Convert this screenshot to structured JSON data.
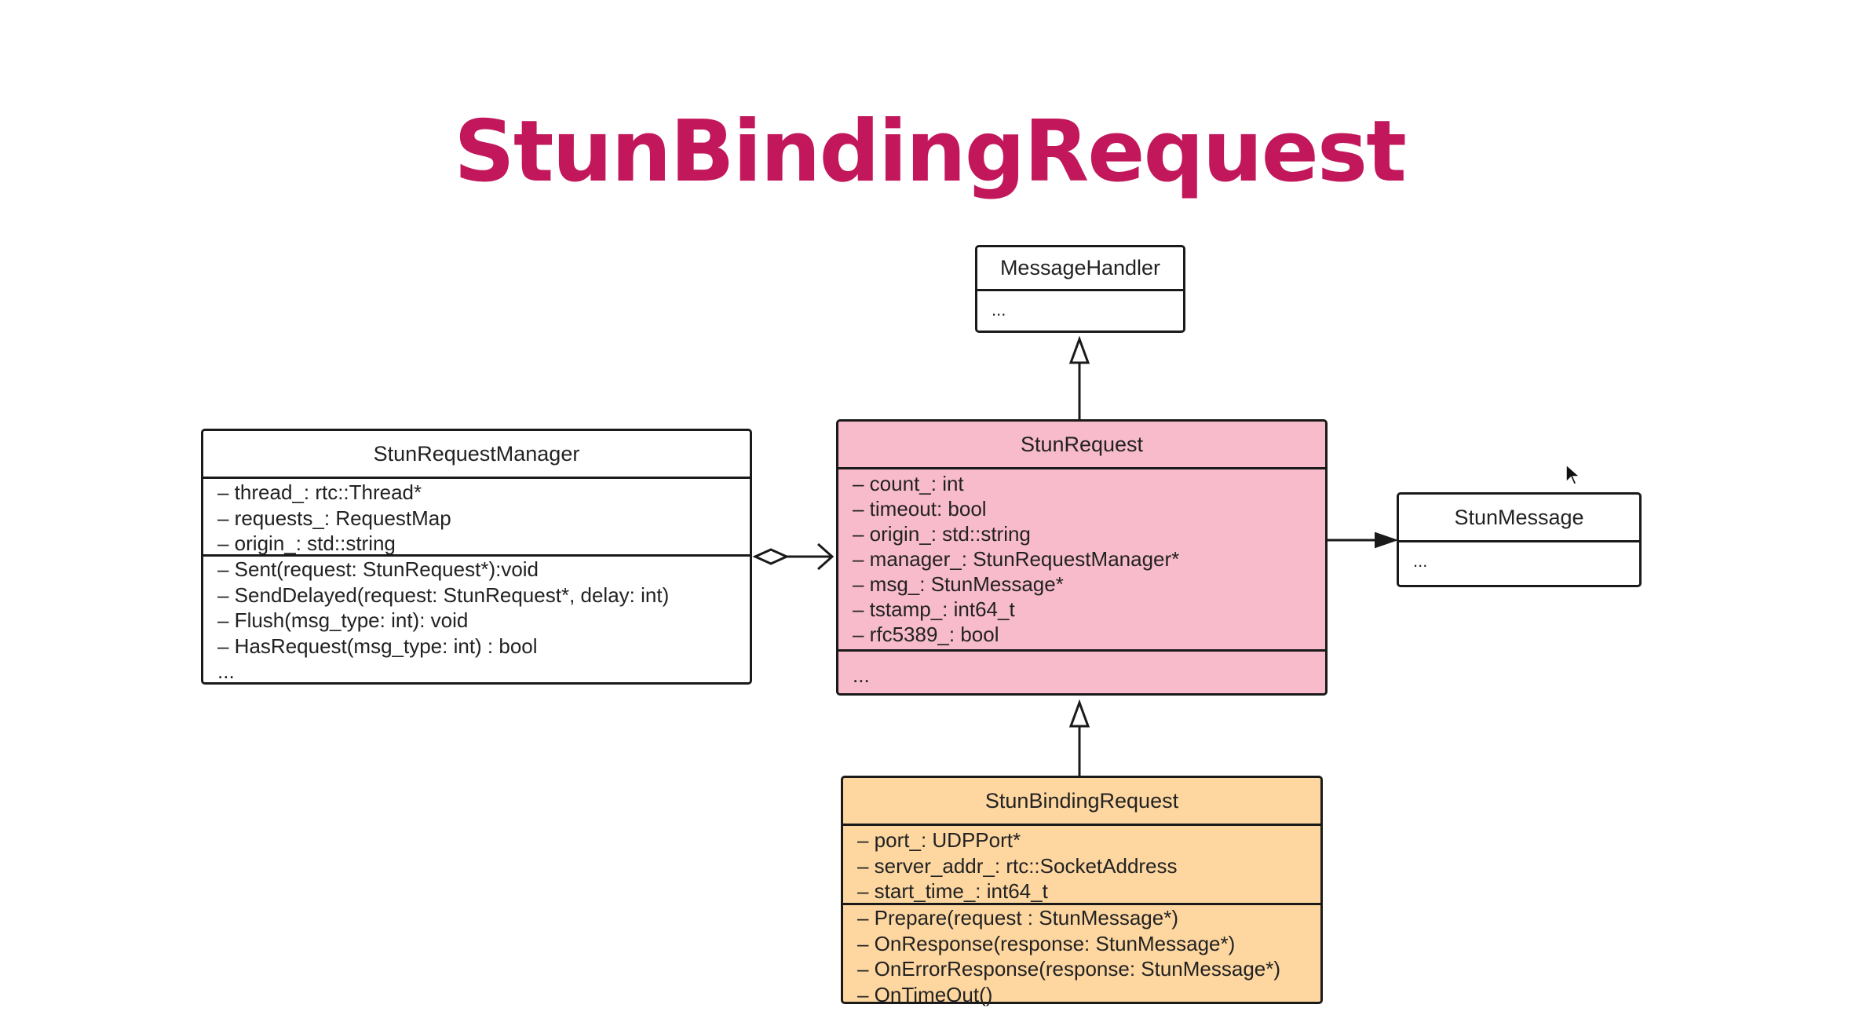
{
  "title": "StunBindingRequest",
  "classes": {
    "message_handler": {
      "name": "MessageHandler",
      "body": [
        "..."
      ]
    },
    "stun_request_manager": {
      "name": "StunRequestManager",
      "attributes": [
        "– thread_: rtc::Thread*",
        "– requests_: RequestMap",
        "– origin_: std::string"
      ],
      "methods": [
        "– Sent(request: StunRequest*):void",
        "– SendDelayed(request: StunRequest*, delay: int)",
        "– Flush(msg_type: int): void",
        "– HasRequest(msg_type: int) : bool",
        "..."
      ]
    },
    "stun_request": {
      "name": "StunRequest",
      "attributes": [
        "– count_: int",
        "– timeout: bool",
        "– origin_: std::string",
        "– manager_: StunRequestManager*",
        "– msg_: StunMessage*",
        "– tstamp_: int64_t",
        "– rfc5389_: bool"
      ],
      "methods": [
        "..."
      ]
    },
    "stun_message": {
      "name": "StunMessage",
      "body": [
        "..."
      ]
    },
    "stun_binding_request": {
      "name": "StunBindingRequest",
      "attributes": [
        "– port_: UDPPort*",
        "– server_addr_: rtc::SocketAddress",
        "– start_time_: int64_t"
      ],
      "methods": [
        "– Prepare(request : StunMessage*)",
        "– OnResponse(response: StunMessage*)",
        "– OnErrorResponse(response: StunMessage*)",
        "– OnTimeOut()"
      ]
    }
  },
  "colors": {
    "title": "#c2185b",
    "stun_request_fill": "#f8bbcb",
    "stun_binding_request_fill": "#fdd6a0",
    "border": "#1a1a1a"
  },
  "icons": [
    "mouse-cursor-icon"
  ]
}
